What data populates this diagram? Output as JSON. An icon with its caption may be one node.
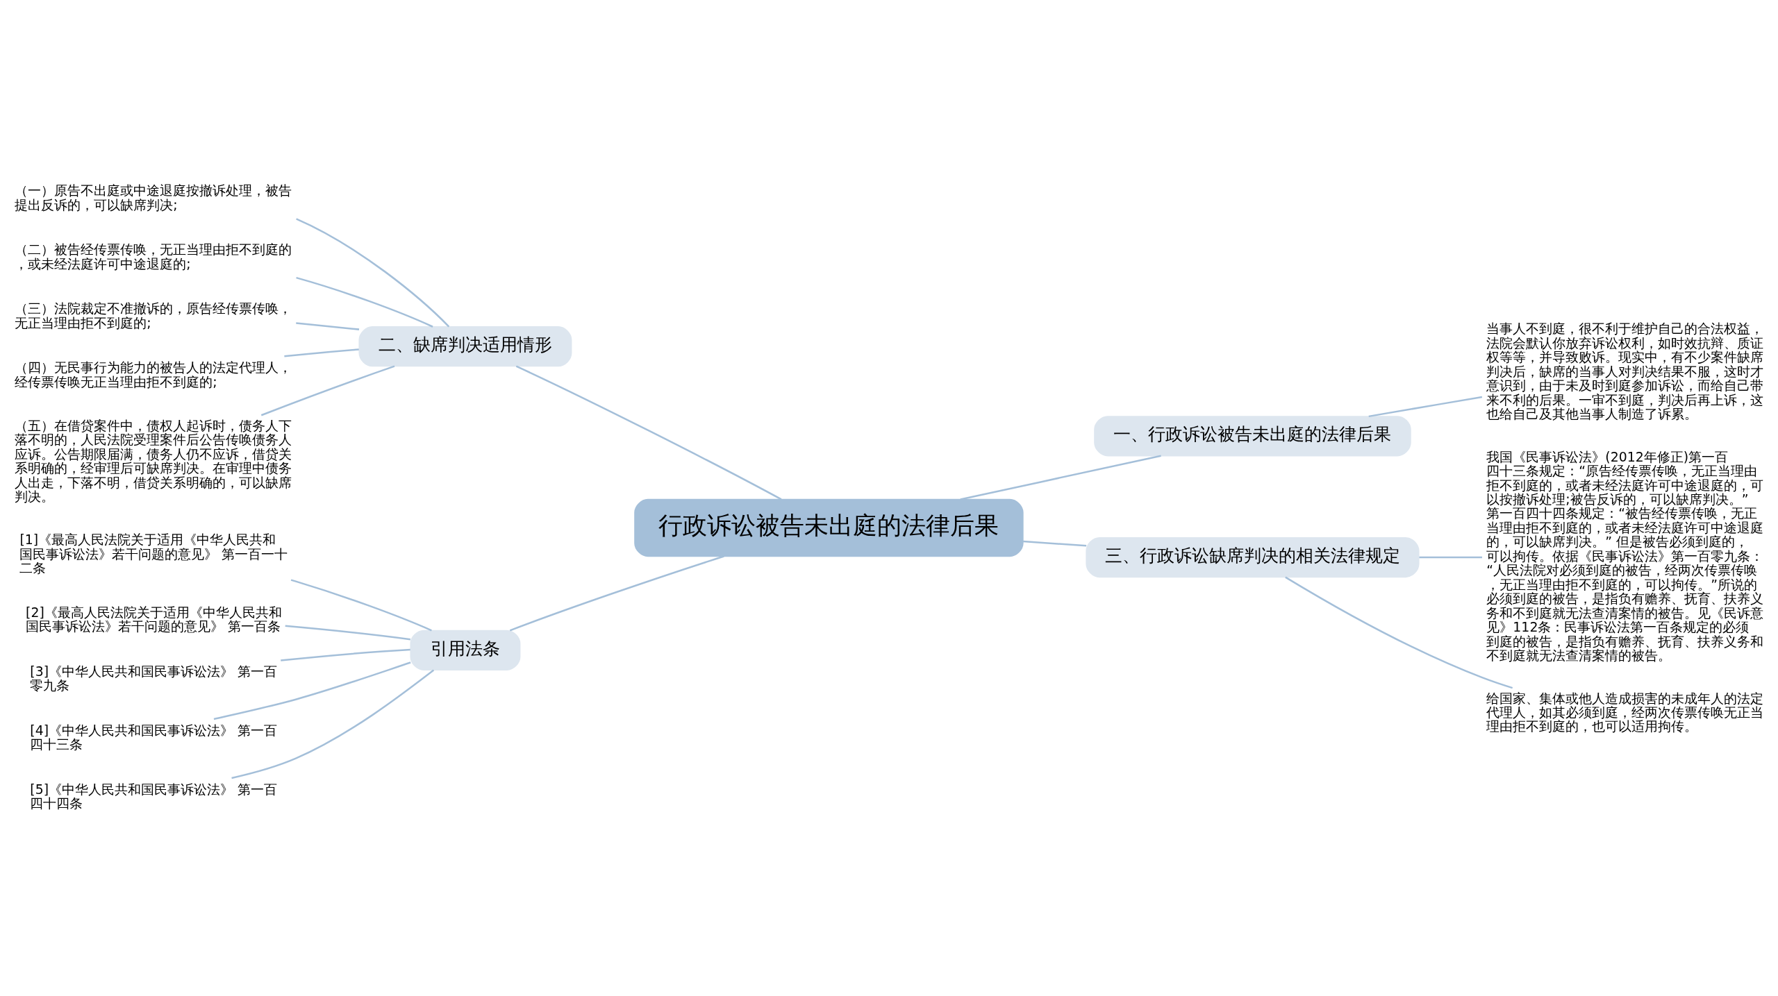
{
  "diagram": {
    "nodes": [
      {
        "text": [
          "行政诉讼被告未出庭的法律后果"
        ]
      },
      {
        "text": [
          "一、行政诉讼被告未出庭的法律后果"
        ]
      },
      {
        "text": [
          "当事人不到庭，很不利于维护自己的合法权益，法院会默认你放弃诉讼权利，如时效抗辩、质证权等等，并导致败诉。现实中，有不少案件缺席判决后，缺席的当事人对判决结果不服，这时才意识到，由于未及时到庭参加诉讼，而给自己带来不利的后果。一审不到庭，判决后再上诉，这也给自己及其他当事人制造了诉累。"
        ]
      },
      {
        "text": [
          "二、缺席判决适用情形"
        ]
      },
      {
        "text": [
          "（一）原告不出庭或中途退庭按撤诉处理，被告提出反诉的，可以缺席判决;"
        ]
      },
      {
        "text": [
          "（二）被告经传票传唤，无正当理由拒不到庭的，或未经法庭许可中途退庭的;"
        ]
      },
      {
        "text": [
          "（三）法院裁定不准撤诉的，原告经传票传唤，无正当理由拒不到庭的;"
        ]
      },
      {
        "text": [
          "（四）无民事行为能力的被告人的法定代理人，经传票传唤无正当理由拒不到庭的;"
        ]
      },
      {
        "text": [
          "（五）在借贷案件中，债权人起诉时，债务人下落不明的，人民法院受理案件后公告传唤债务人应诉。公告期限届满，债务人仍不应诉，借贷关系明确的，经审理后可缺席判决。在审理中债务人出走，下落不明，借贷关系明确的，可以缺席判决。"
        ]
      },
      {
        "text": [
          "三、行政诉讼缺席判决的相关法律规定"
        ]
      },
      {
        "text": [
          "我国《民事诉讼法》(2012年修正)第一百四十三条规定：“原告经传票传唤，无正当理由拒不到庭的，或者未经法庭许可中途退庭的，可以按撤诉处理;被告反诉的，可以缺席判决。”第一百四十四条规定：“被告经传票传唤，无正当理由拒不到庭的，或者未经法庭许可中途退庭的，可以缺席判决。” 但是被告必须到庭的，可以拘传。依据《民事诉讼法》第一百零九条：“人民法院对必须到庭的被告，经两次传票传唤，无正当理由拒不到庭的，可以拘传。”所说的必须到庭的被告，是指负有赡养、抚育、扶养义务和不到庭就无法查清案情的被告。见《民诉意见》112条：民事诉讼法第一百条规定的必须到庭的被告，是指负有赡养、抚育、扶养义务和不到庭就无法查清案情的被告。"
        ]
      },
      {
        "text": [
          "给国家、集体或他人造成损害的未成年人的法定代理人，如其必须到庭，经两次传票传唤无正当理由拒不到庭的，也可以适用拘传。"
        ]
      },
      {
        "text": [
          "引用法条"
        ]
      },
      {
        "text": [
          "[1]《最高人民法院关于适用《中华人民共和国民事诉讼法》若干问题的意见》 第一百一十二条"
        ]
      },
      {
        "text": [
          "[2]《最高人民法院关于适用《中华人民共和国民事诉讼法》若干问题的意见》 第一百条"
        ]
      },
      {
        "text": [
          "[3]《中华人民共和国民事诉讼法》 第一百零九条"
        ]
      },
      {
        "text": [
          "[4]《中华人民共和国民事诉讼法》 第一百四十三条"
        ]
      },
      {
        "text": [
          "[5]《中华人民共和国民事诉讼法》 第一百四十四条"
        ]
      }
    ],
    "edges": [
      {
        "from": 0,
        "to": 1,
        "arrow": "none"
      },
      {
        "from": 1,
        "to": 2,
        "arrow": "none"
      },
      {
        "from": 0,
        "to": 3,
        "arrow": "none"
      },
      {
        "from": 3,
        "to": 4,
        "arrow": "none"
      },
      {
        "from": 3,
        "to": 5,
        "arrow": "none"
      },
      {
        "from": 3,
        "to": 6,
        "arrow": "none"
      },
      {
        "from": 3,
        "to": 7,
        "arrow": "none"
      },
      {
        "from": 3,
        "to": 8,
        "arrow": "none"
      },
      {
        "from": 0,
        "to": 9,
        "arrow": "none"
      },
      {
        "from": 9,
        "to": 10,
        "arrow": "none"
      },
      {
        "from": 9,
        "to": 11,
        "arrow": "none"
      },
      {
        "from": 0,
        "to": 12,
        "arrow": "none"
      },
      {
        "from": 12,
        "to": 13,
        "arrow": "none"
      },
      {
        "from": 12,
        "to": 14,
        "arrow": "none"
      },
      {
        "from": 12,
        "to": 15,
        "arrow": "none"
      },
      {
        "from": 12,
        "to": 16,
        "arrow": "none"
      },
      {
        "from": 12,
        "to": 17,
        "arrow": "none"
      }
    ]
  }
}
